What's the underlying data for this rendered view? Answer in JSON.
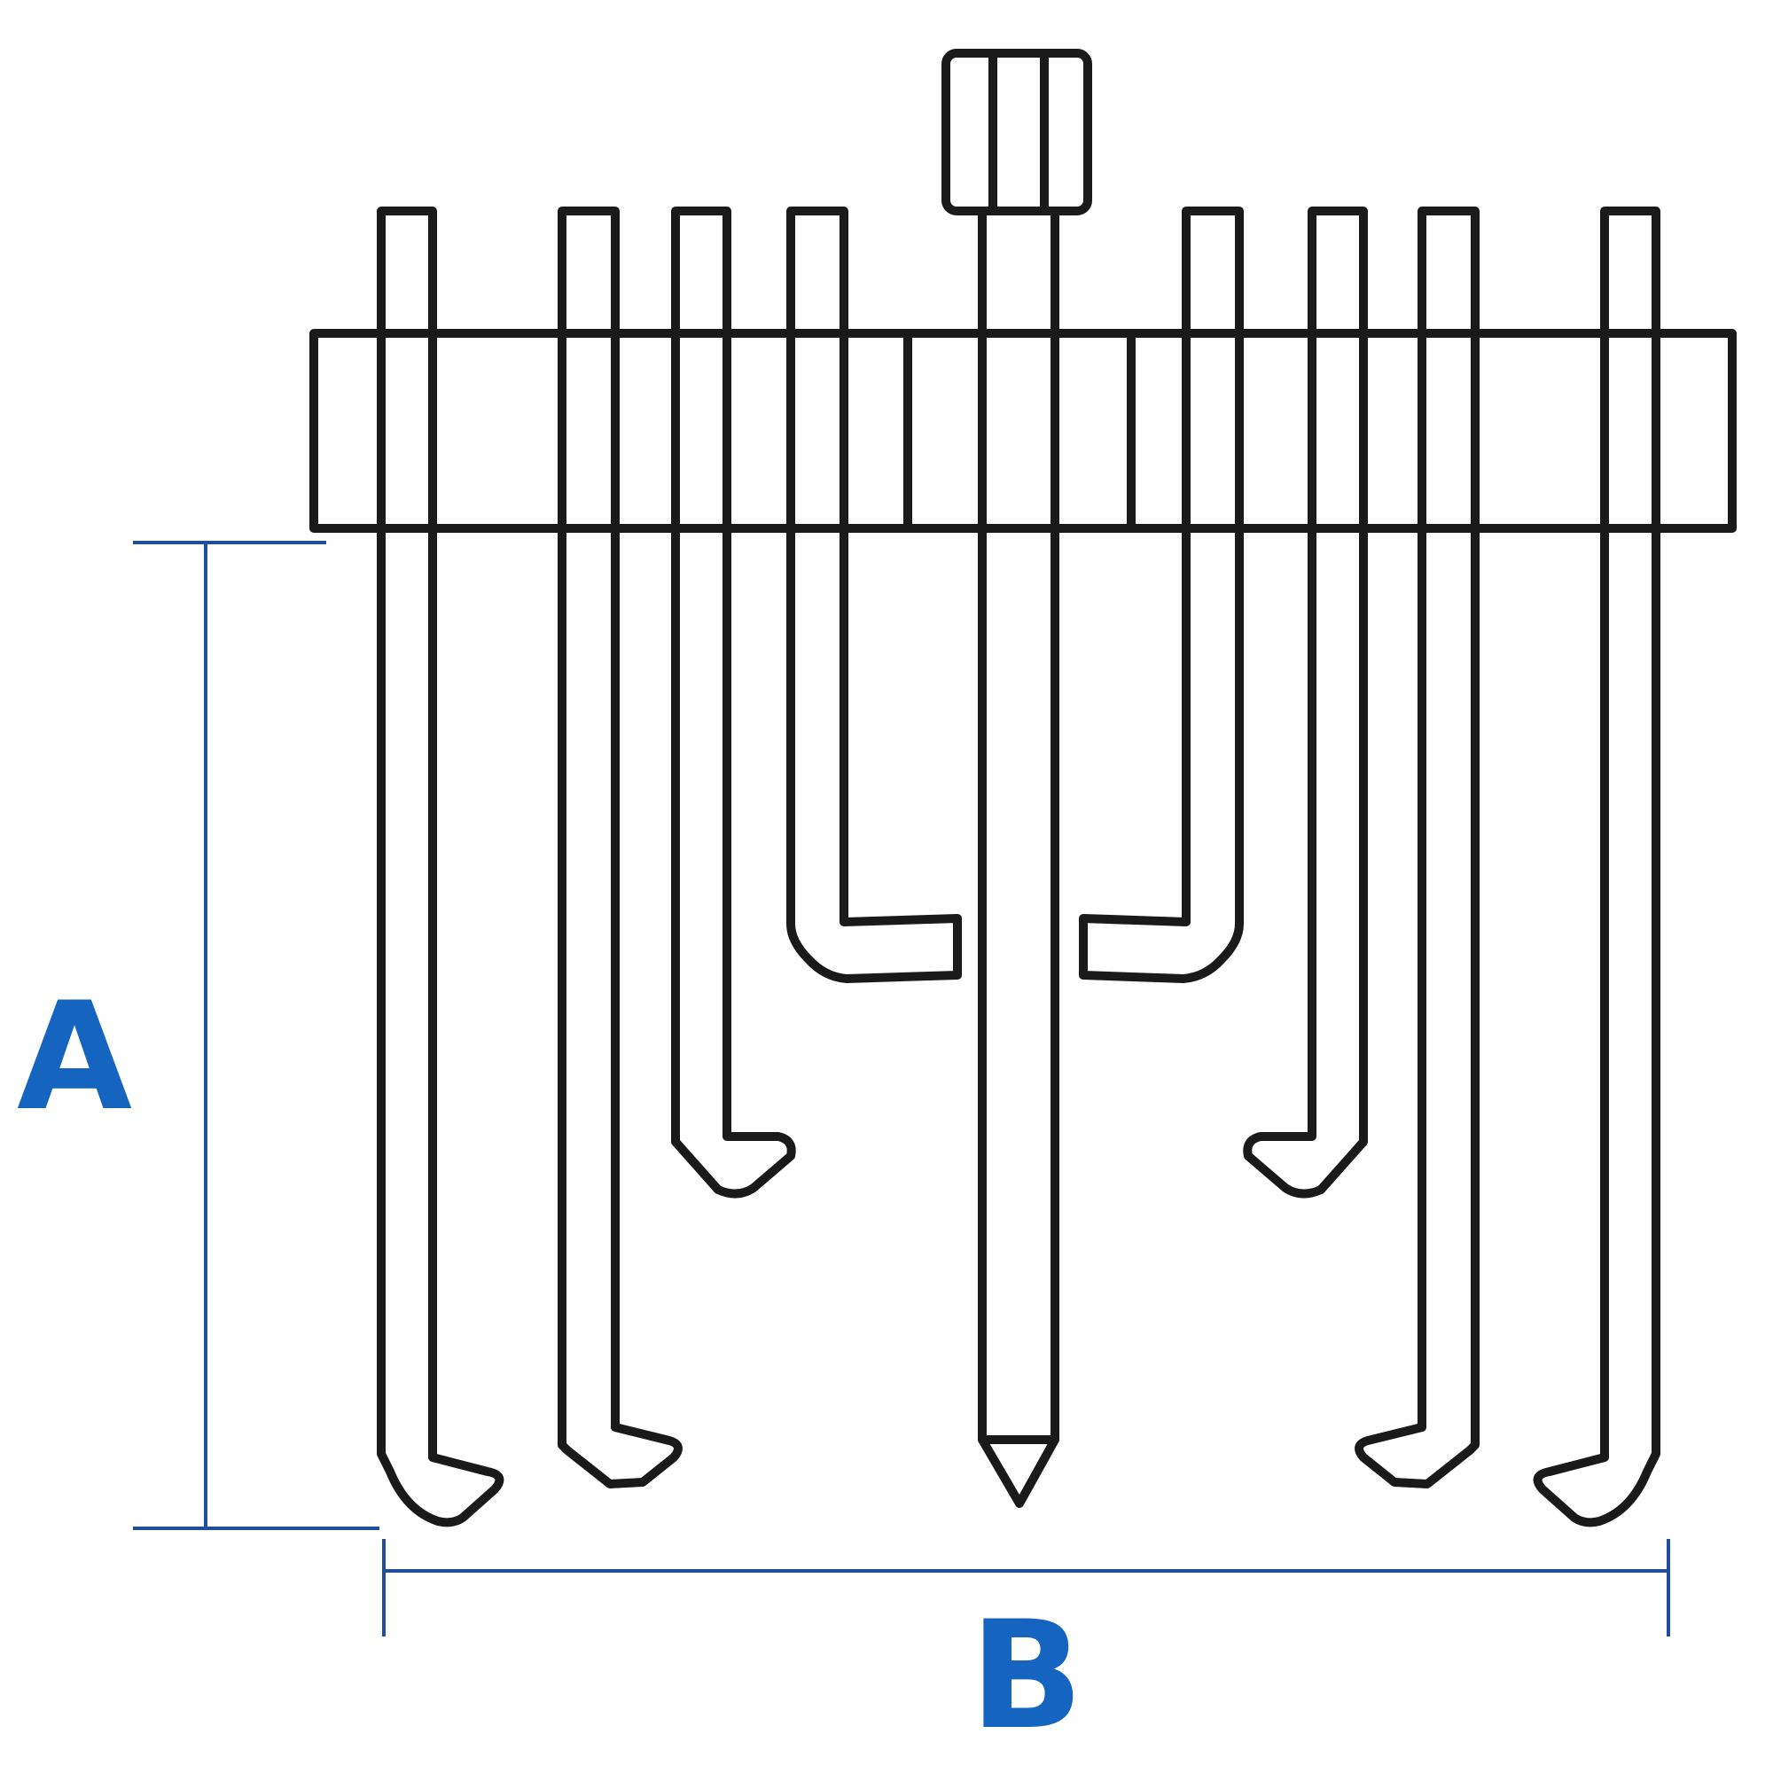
{
  "diagram": {
    "subject": "puller-tool",
    "dimensions": {
      "height_label": "A",
      "width_label": "B"
    },
    "colors": {
      "outline": "#1a1a1a",
      "dimension_line": "#1f4e9c",
      "dimension_label": "#1565c0",
      "background": "#ffffff"
    }
  }
}
